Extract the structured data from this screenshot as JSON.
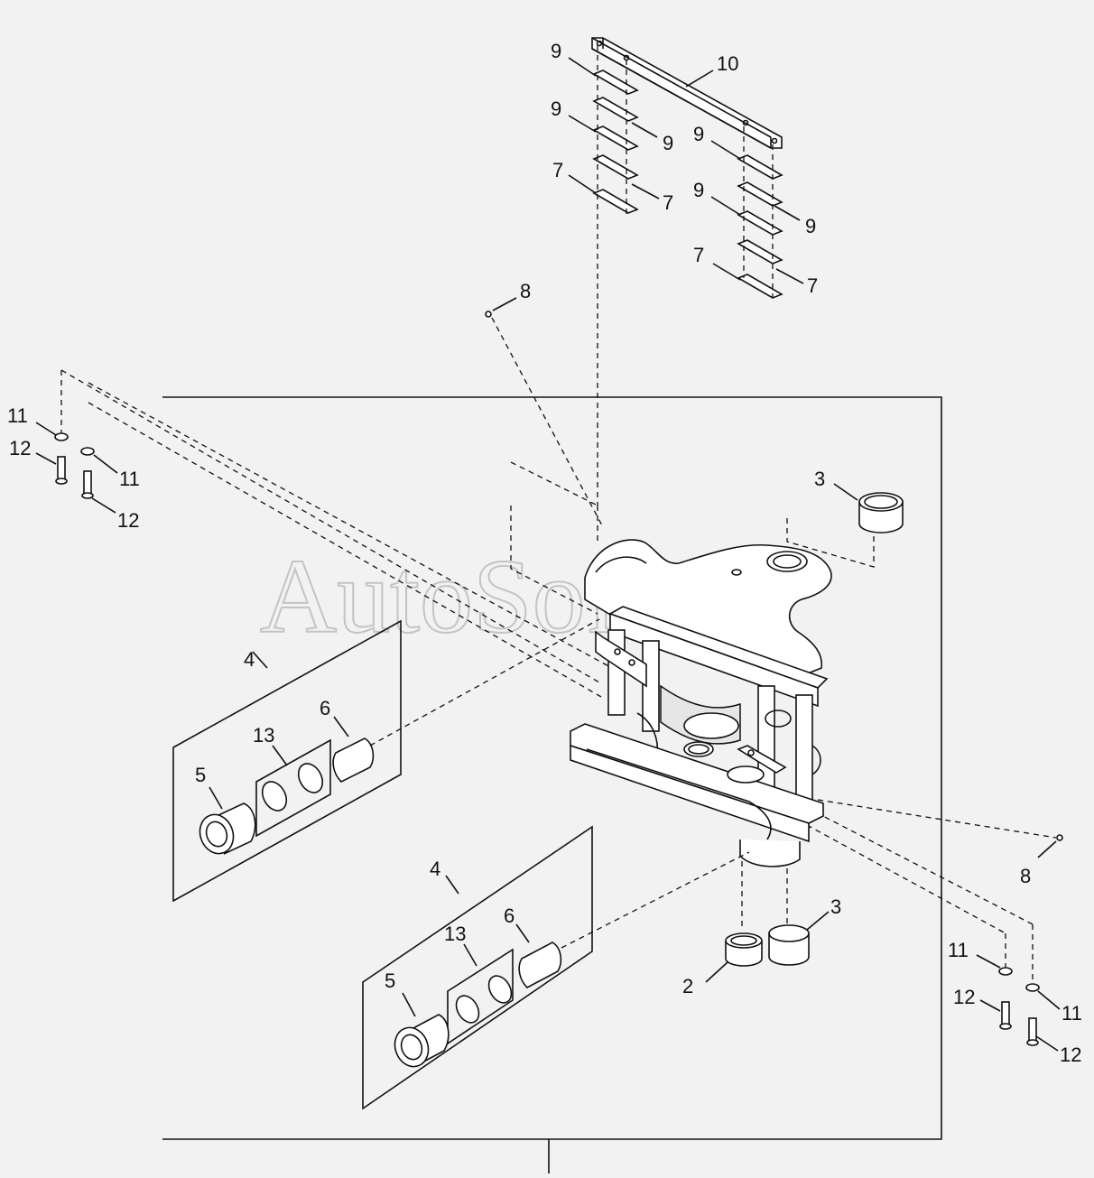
{
  "watermark": "AutoSoft",
  "callouts": [
    {
      "id": "c10",
      "text": "10"
    },
    {
      "id": "c9a",
      "text": "9"
    },
    {
      "id": "c9b",
      "text": "9"
    },
    {
      "id": "c9c",
      "text": "9"
    },
    {
      "id": "c9d",
      "text": "9"
    },
    {
      "id": "c9e",
      "text": "9"
    },
    {
      "id": "c9f",
      "text": "9"
    },
    {
      "id": "c7a",
      "text": "7"
    },
    {
      "id": "c7b",
      "text": "7"
    },
    {
      "id": "c7c",
      "text": "7"
    },
    {
      "id": "c7d",
      "text": "7"
    },
    {
      "id": "c8a",
      "text": "8"
    },
    {
      "id": "c8b",
      "text": "8"
    },
    {
      "id": "c11a",
      "text": "11"
    },
    {
      "id": "c11b",
      "text": "11"
    },
    {
      "id": "c11c",
      "text": "11"
    },
    {
      "id": "c11d",
      "text": "11"
    },
    {
      "id": "c12a",
      "text": "12"
    },
    {
      "id": "c12b",
      "text": "12"
    },
    {
      "id": "c12c",
      "text": "12"
    },
    {
      "id": "c12d",
      "text": "12"
    },
    {
      "id": "c3a",
      "text": "3"
    },
    {
      "id": "c3b",
      "text": "3"
    },
    {
      "id": "c2",
      "text": "2"
    },
    {
      "id": "c4a",
      "text": "4"
    },
    {
      "id": "c4b",
      "text": "4"
    },
    {
      "id": "c13a",
      "text": "13"
    },
    {
      "id": "c13b",
      "text": "13"
    },
    {
      "id": "c6a",
      "text": "6"
    },
    {
      "id": "c6b",
      "text": "6"
    },
    {
      "id": "c5a",
      "text": "5"
    },
    {
      "id": "c5b",
      "text": "5"
    }
  ]
}
